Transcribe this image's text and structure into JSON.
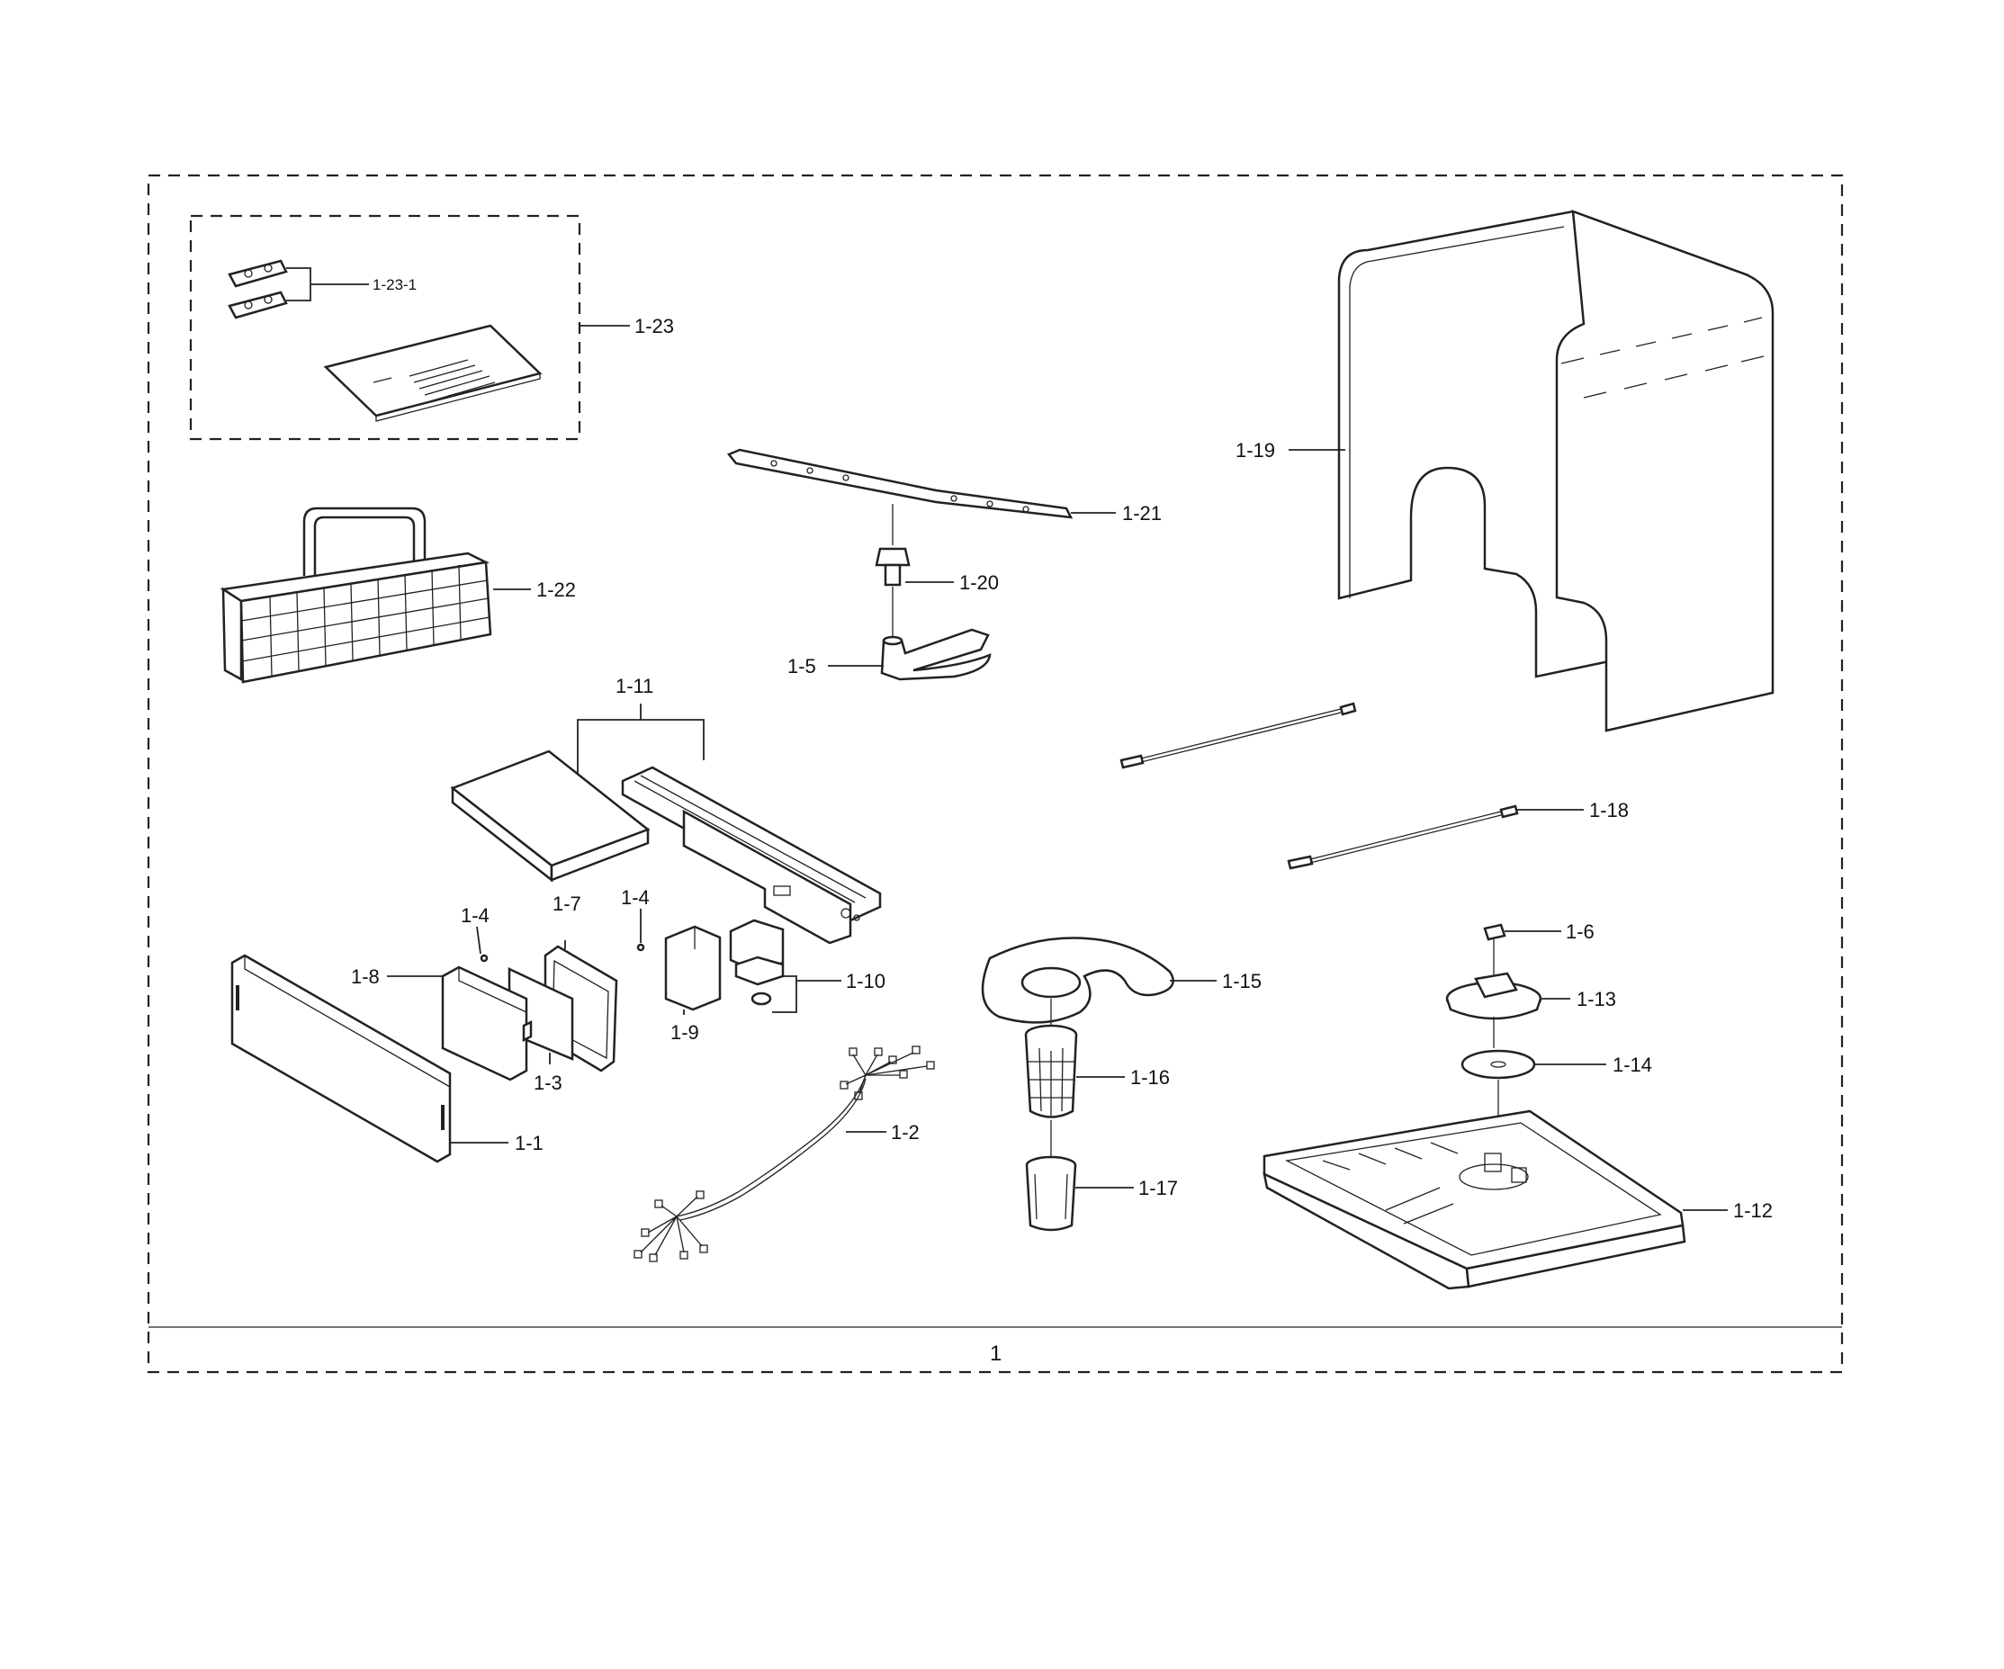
{
  "callouts": {
    "c1_23_1": "1-23-1",
    "c1_23": "1-23",
    "c1_22": "1-22",
    "c1_21": "1-21",
    "c1_20": "1-20",
    "c1_5": "1-5",
    "c1_19": "1-19",
    "c1_11": "1-11",
    "c1_18": "1-18",
    "c1_4a": "1-4",
    "c1_7": "1-7",
    "c1_4b": "1-4",
    "c1_8": "1-8",
    "c1_10": "1-10",
    "c1_9": "1-9",
    "c1_3": "1-3",
    "c1_1": "1-1",
    "c1_2": "1-2",
    "c1_15": "1-15",
    "c1_16": "1-16",
    "c1_17": "1-17",
    "c1_6": "1-6",
    "c1_13": "1-13",
    "c1_14": "1-14",
    "c1_12": "1-12",
    "c1_assembly": "1"
  }
}
